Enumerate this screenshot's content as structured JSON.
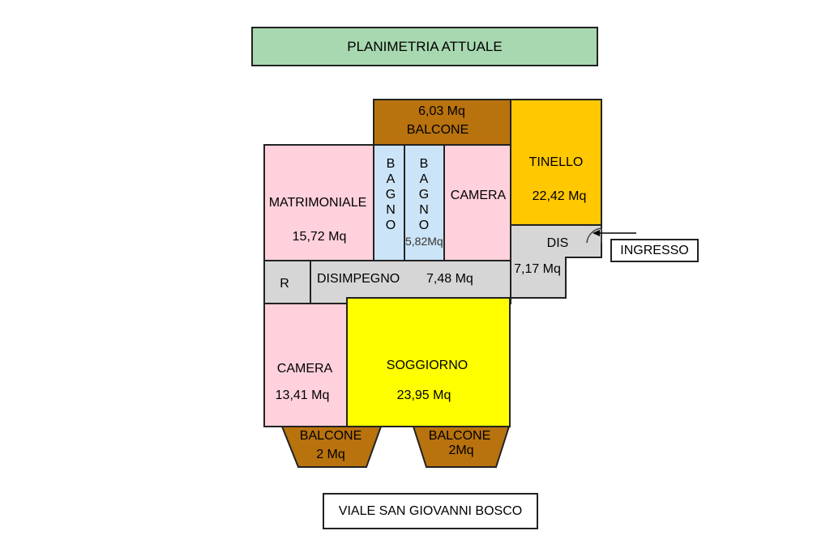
{
  "title": "PLANIMETRIA ATTUALE",
  "street": "VIALE SAN GIOVANNI BOSCO",
  "entrance_label": "INGRESSO",
  "colors": {
    "balcony": "#b8720e",
    "bedroom": "#ffd1dc",
    "bathroom": "#cce4f7",
    "kitchen": "#ffc800",
    "living": "#ffff00",
    "corridor": "#d6d6d6",
    "title_bg": "#a8d8b0"
  },
  "rooms": {
    "balcone_top": {
      "area": "6,03 Mq",
      "name": "BALCONE"
    },
    "tinello": {
      "name": "TINELLO",
      "area": "22,42 Mq"
    },
    "matrimoniale": {
      "name": "MATRIMONIALE",
      "area": "15,72 Mq"
    },
    "bagno1": {
      "name": "BAGNO"
    },
    "bagno2": {
      "name": "BAGNO"
    },
    "bagni_area": "5,82Mq",
    "camera_top": {
      "name": "CAMERA"
    },
    "dis": {
      "name": "DIS",
      "area": "7,17 Mq"
    },
    "ripostiglio": {
      "name": "R"
    },
    "disimpegno": {
      "name": "DISIMPEGNO",
      "area": "7,48 Mq"
    },
    "camera_bottom": {
      "name": "CAMERA",
      "area": "13,41 Mq"
    },
    "soggiorno": {
      "name": "SOGGIORNO",
      "area": "23,95 Mq"
    },
    "balcone_left": {
      "name": "BALCONE",
      "area": "2 Mq"
    },
    "balcone_right": {
      "name": "BALCONE",
      "area": "2Mq"
    }
  }
}
